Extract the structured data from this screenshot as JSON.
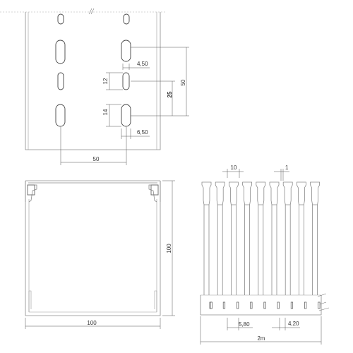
{
  "colors": {
    "outline": "#8a8a8a",
    "dimension": "#555555",
    "text": "#333333"
  },
  "top_view": {
    "dim_gap_small": "4,50",
    "dim_slot_height": "12",
    "dim_slot_pitch": "25",
    "dim_spacing": "50",
    "dim_slot_length": "14",
    "dim_slot_offset": "6,50",
    "dim_slot_span": "50"
  },
  "cross_section": {
    "dim_width": "100",
    "dim_height": "100"
  },
  "side_view": {
    "dim_finger_pitch": "10",
    "dim_finger_gap": "1",
    "dim_slot_width": "5,80",
    "dim_slot_gap": "4,20",
    "dim_total_length": "2m"
  }
}
